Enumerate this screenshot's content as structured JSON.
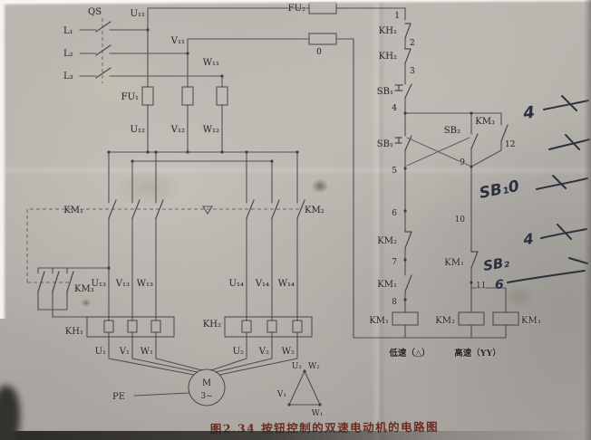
{
  "caption": "图2.34  按钮控制的双速电动机的电路图",
  "power": {
    "qs": "QS",
    "l1": "L₁",
    "l2": "L₂",
    "l3": "L₃",
    "u11": "U₁₁",
    "v11": "V₁₁",
    "w11": "W₁₁",
    "fu1": "FU₁",
    "u12": "U₁₂",
    "v12": "V₁₂",
    "w12": "W₁₂",
    "km1": "KM₁",
    "km2": "KM₂",
    "km3": "KM₃",
    "u13": "U₁₃",
    "v13": "V₁₃",
    "w13": "W₁₃",
    "u14": "U₁₄",
    "v14": "V₁₄",
    "w14": "W₁₄",
    "kh1": "KH₁",
    "kh2": "KH₂",
    "u1": "U₁",
    "v1": "V₁",
    "w1": "W₁",
    "u2": "U₂",
    "v2": "V₂",
    "w2": "W₂",
    "motor": "M",
    "motor_phase": "3~",
    "pe": "PE",
    "delta": {
      "u2": "U₂",
      "w2": "W₂",
      "v1": "V₁",
      "w1": "W₁"
    }
  },
  "control": {
    "fu2": "FU₂",
    "zero": "0",
    "kh1": "KH₁",
    "kh2": "KH₂",
    "sb_stop": "SB₁",
    "sb_low": "SB₁",
    "sb_high": "SB₂",
    "km3_aux": "KM₃",
    "km2_interlock": "KM₂",
    "km1_seal": "KM₁",
    "km1_interlock": "KM₁",
    "coil_km1": "KM₁",
    "coil_km2": "KM₂",
    "coil_km3": "KM₃",
    "low_speed": "低速（△）",
    "high_speed": "高速（YY）",
    "nodes": {
      "n1": "1",
      "n2": "2",
      "n3": "3",
      "n4": "4",
      "n5": "5",
      "n6": "6",
      "n7": "7",
      "n8": "8",
      "n9": "9",
      "n10": "10",
      "n11": "11",
      "n12": "12"
    }
  },
  "handwriting": {
    "four_top": "4",
    "sb1_note": "SB₁0",
    "four_mid": "4",
    "sb2_note": "SB₂",
    "six_note": "6"
  }
}
